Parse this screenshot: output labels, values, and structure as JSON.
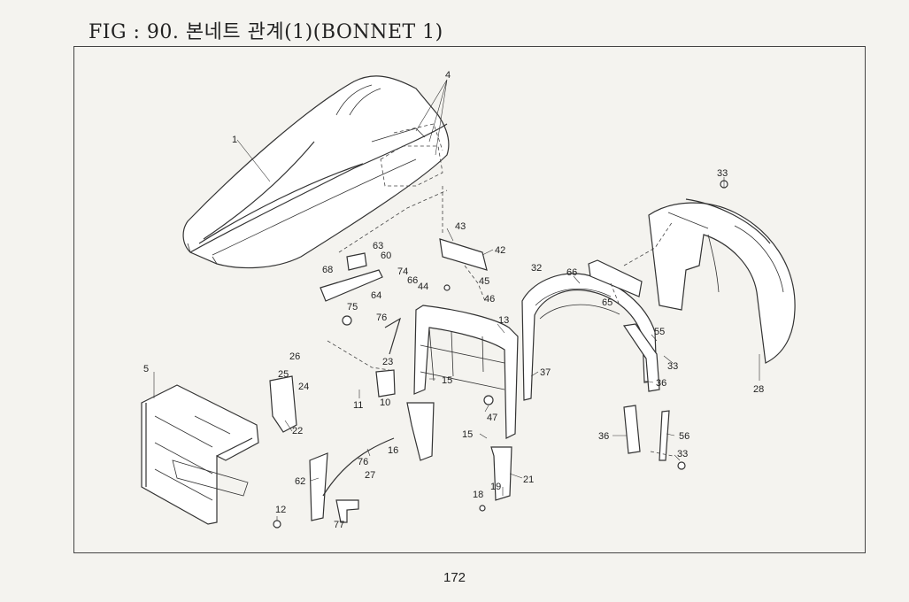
{
  "page": {
    "title": "FIG : 90. 본네트 관계(1)(BONNET 1)",
    "page_number": "172"
  },
  "callouts": [
    {
      "id": "c4",
      "text": "4"
    },
    {
      "id": "c1",
      "text": "1"
    },
    {
      "id": "c33a",
      "text": "33"
    },
    {
      "id": "c43",
      "text": "43"
    },
    {
      "id": "c42",
      "text": "42"
    },
    {
      "id": "c63",
      "text": "63"
    },
    {
      "id": "c60",
      "text": "60"
    },
    {
      "id": "c68",
      "text": "68"
    },
    {
      "id": "c74",
      "text": "74"
    },
    {
      "id": "c66a",
      "text": "66"
    },
    {
      "id": "c44",
      "text": "44"
    },
    {
      "id": "c64",
      "text": "64"
    },
    {
      "id": "c45",
      "text": "45"
    },
    {
      "id": "c46",
      "text": "46"
    },
    {
      "id": "c32",
      "text": "32"
    },
    {
      "id": "c66b",
      "text": "66"
    },
    {
      "id": "c65",
      "text": "65"
    },
    {
      "id": "c75",
      "text": "75"
    },
    {
      "id": "c76a",
      "text": "76"
    },
    {
      "id": "c13",
      "text": "13"
    },
    {
      "id": "c55",
      "text": "55"
    },
    {
      "id": "c33b",
      "text": "33"
    },
    {
      "id": "c23",
      "text": "23"
    },
    {
      "id": "c26",
      "text": "26"
    },
    {
      "id": "c25",
      "text": "25"
    },
    {
      "id": "c24",
      "text": "24"
    },
    {
      "id": "c5",
      "text": "5"
    },
    {
      "id": "c37",
      "text": "37"
    },
    {
      "id": "c36a",
      "text": "36"
    },
    {
      "id": "c28",
      "text": "28"
    },
    {
      "id": "c15a",
      "text": "15"
    },
    {
      "id": "c11",
      "text": "11"
    },
    {
      "id": "c10",
      "text": "10"
    },
    {
      "id": "c47",
      "text": "47"
    },
    {
      "id": "c22",
      "text": "22"
    },
    {
      "id": "c15b",
      "text": "15"
    },
    {
      "id": "c36b",
      "text": "36"
    },
    {
      "id": "c56",
      "text": "56"
    },
    {
      "id": "c16",
      "text": "16"
    },
    {
      "id": "c76b",
      "text": "76"
    },
    {
      "id": "c33c",
      "text": "33"
    },
    {
      "id": "c27",
      "text": "27"
    },
    {
      "id": "c62",
      "text": "62"
    },
    {
      "id": "c21",
      "text": "21"
    },
    {
      "id": "c19",
      "text": "19"
    },
    {
      "id": "c18",
      "text": "18"
    },
    {
      "id": "c12",
      "text": "12"
    },
    {
      "id": "c77",
      "text": "77"
    }
  ]
}
